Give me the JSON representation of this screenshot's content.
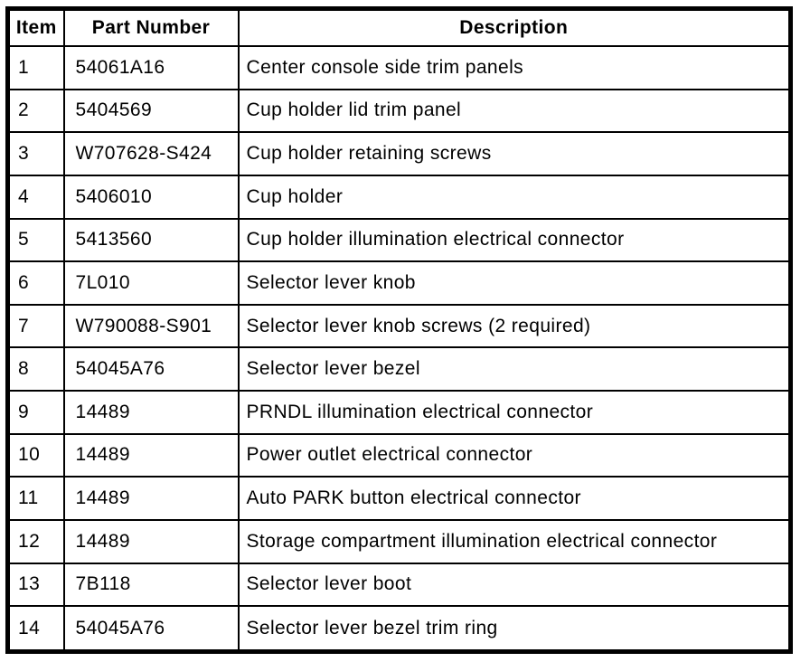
{
  "table": {
    "columns": [
      "Item",
      "Part Number",
      "Description"
    ],
    "rows": [
      {
        "item": "1",
        "part_number": "54061A16",
        "description": "Center console side trim panels"
      },
      {
        "item": "2",
        "part_number": "5404569",
        "description": "Cup holder lid trim panel"
      },
      {
        "item": "3",
        "part_number": "W707628-S424",
        "description": "Cup holder retaining screws"
      },
      {
        "item": "4",
        "part_number": "5406010",
        "description": "Cup holder"
      },
      {
        "item": "5",
        "part_number": "5413560",
        "description": "Cup holder illumination electrical connector"
      },
      {
        "item": "6",
        "part_number": "7L010",
        "description": "Selector lever knob"
      },
      {
        "item": "7",
        "part_number": "W790088-S901",
        "description": "Selector lever knob screws (2 required)"
      },
      {
        "item": "8",
        "part_number": "54045A76",
        "description": "Selector lever bezel"
      },
      {
        "item": "9",
        "part_number": "14489",
        "description": "PRNDL illumination electrical connector"
      },
      {
        "item": "10",
        "part_number": "14489",
        "description": "Power outlet electrical connector"
      },
      {
        "item": "11",
        "part_number": "14489",
        "description": "Auto PARK button electrical connector"
      },
      {
        "item": "12",
        "part_number": "14489",
        "description": "Storage compartment illumination electrical connector"
      },
      {
        "item": "13",
        "part_number": "7B118",
        "description": "Selector lever boot"
      },
      {
        "item": "14",
        "part_number": "54045A76",
        "description": "Selector lever bezel trim ring"
      }
    ],
    "colors": {
      "border": "#000000",
      "background": "#ffffff",
      "text": "#000000"
    }
  }
}
